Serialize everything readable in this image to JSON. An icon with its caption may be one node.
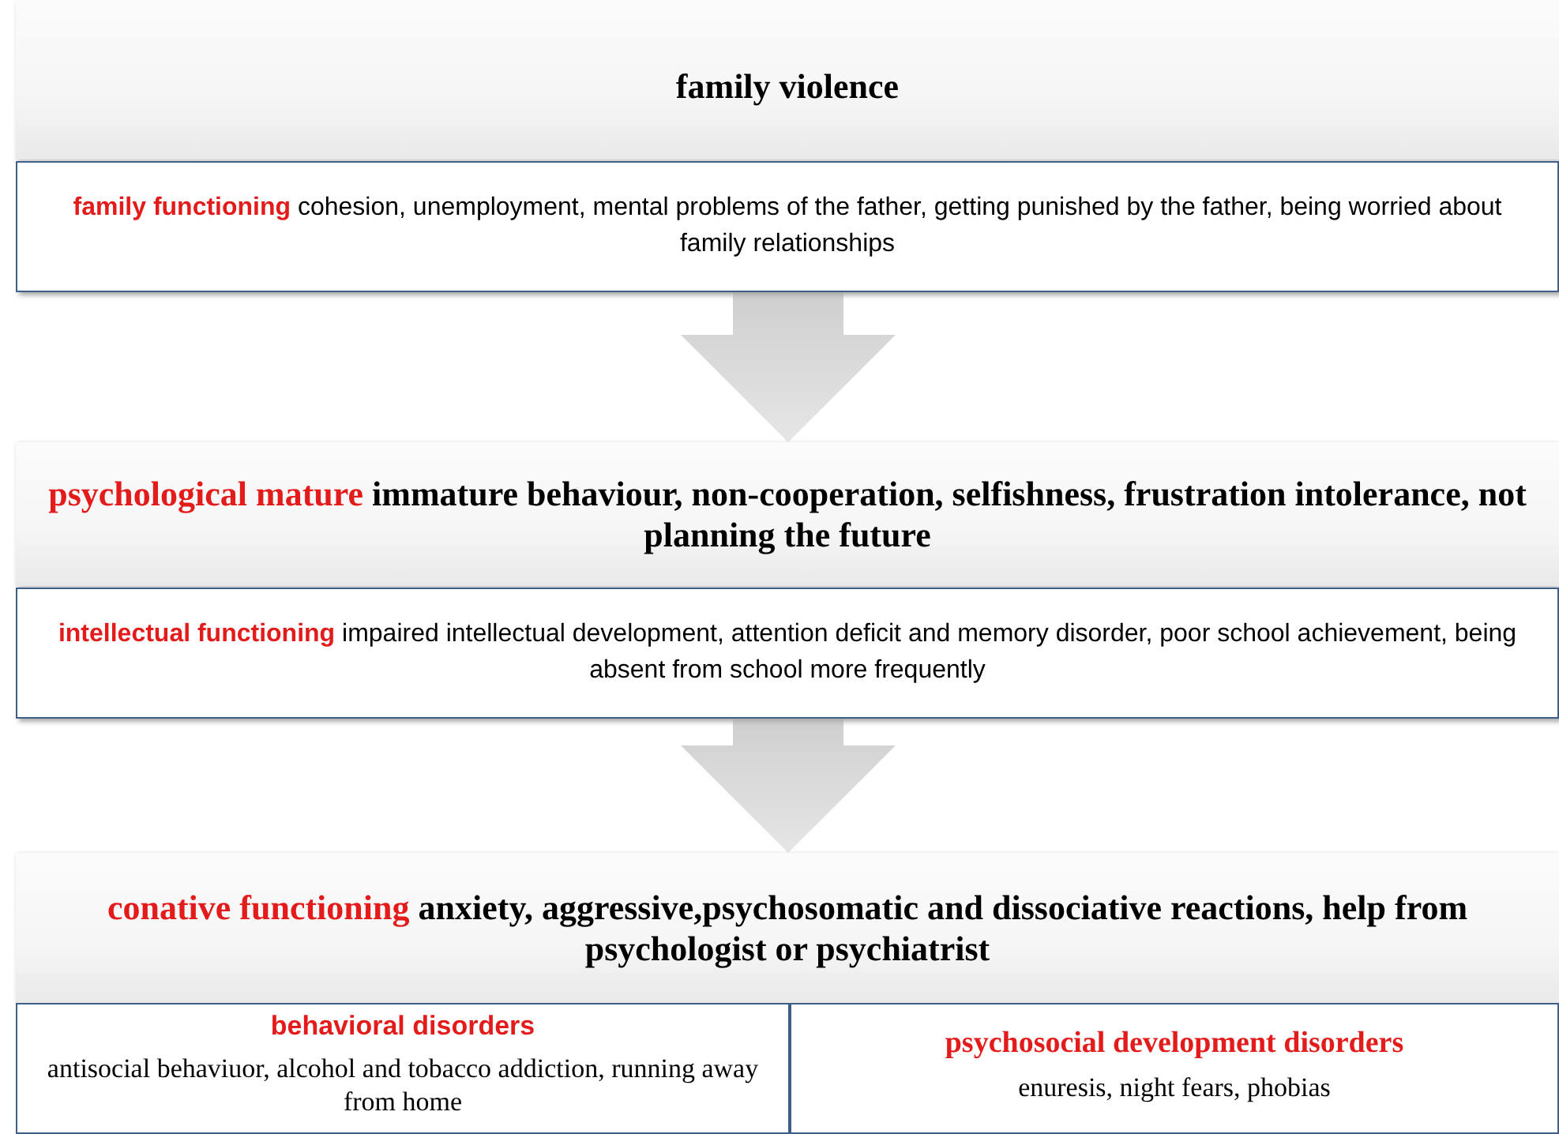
{
  "diagram": {
    "nodes": [
      {
        "text": [
          "family violence"
        ]
      },
      {
        "text": [
          "family functioning",
          "cohesion, unemployment, mental problems of the father, getting punished by the father, being worried about family relationships"
        ]
      },
      {
        "text": [
          "psychological mature",
          "immature behaviour, non-cooperation, selfishness, frustration intolerance, not planning the future"
        ]
      },
      {
        "text": [
          "intellectual functioning",
          "impaired intellectual development, attention deficit and memory disorder, poor school achievement, being absent from school more frequently"
        ]
      },
      {
        "text": [
          "conative functioning",
          "anxiety, aggressive,psychosomatic and dissociative reactions, help from psychologist or psychiatrist"
        ]
      },
      {
        "text": [
          "behavioral disorders",
          "antisocial behaviuor, alcohol and tobacco addiction, running away from home"
        ]
      },
      {
        "text": [
          "psychosocial development disorders",
          "enuresis, night fears, phobias"
        ]
      }
    ],
    "edges": [
      {
        "from": 1,
        "to": 2,
        "arrow": "to"
      },
      {
        "from": 3,
        "to": 4,
        "arrow": "to"
      }
    ]
  }
}
